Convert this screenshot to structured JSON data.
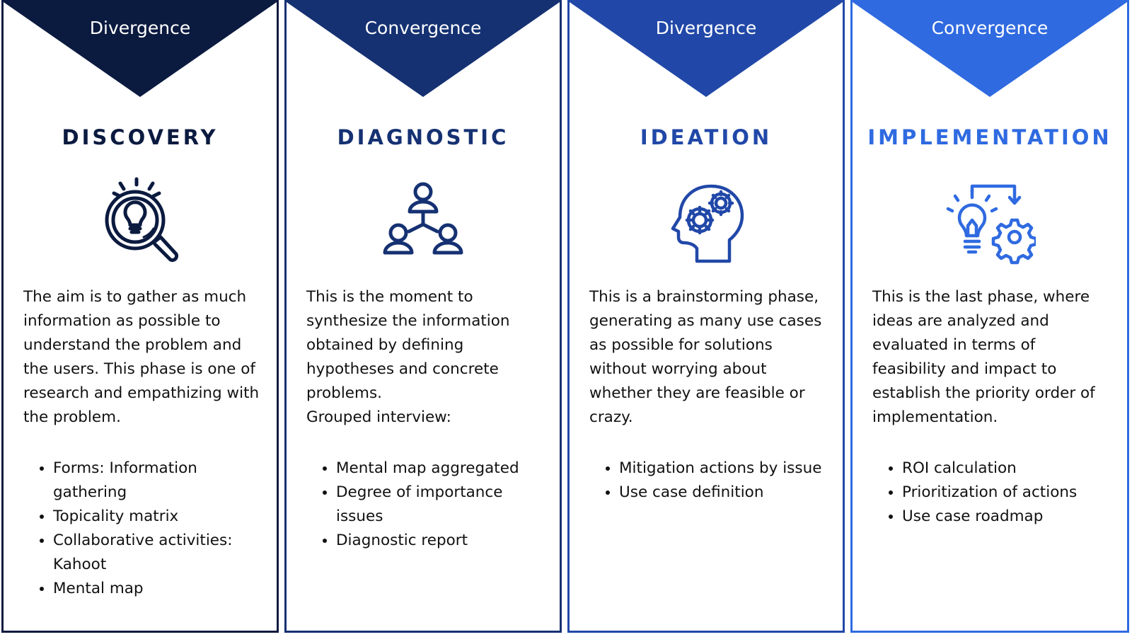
{
  "panels": [
    {
      "phase": "Divergence",
      "title": "DISCOVERY",
      "icon": "lightbulb-magnifier-icon",
      "color": "#0b1a3f",
      "description": [
        "The aim is to gather as much information as possible to understand the problem and the users. This phase is one of research and empathizing with the problem."
      ],
      "bullets": [
        "Forms: Information gathering",
        "Topicality matrix",
        "Collaborative activities: Kahoot",
        "Mental map"
      ]
    },
    {
      "phase": "Convergence",
      "title": "DIAGNOSTIC",
      "icon": "people-network-icon",
      "color": "#153172",
      "description": [
        "This is the moment to synthesize the information obtained by defining hypotheses and concrete problems.",
        "Grouped interview:"
      ],
      "bullets": [
        "Mental map aggregated",
        "Degree of importance issues",
        "Diagnostic report"
      ]
    },
    {
      "phase": "Divergence",
      "title": "IDEATION",
      "icon": "head-gears-icon",
      "color": "#2148a8",
      "description": [
        "This is a brainstorming phase, generating as many use cases as possible for solutions without worrying about whether they are feasible or crazy."
      ],
      "bullets": [
        "Mitigation actions by issue",
        "Use case definition"
      ]
    },
    {
      "phase": "Convergence",
      "title": "IMPLEMENTATION",
      "icon": "lightbulb-gear-icon",
      "color": "#2f6ae0",
      "description": [
        "This is the last phase, where ideas are analyzed and evaluated in terms of feasibility and impact to establish the priority order of implementation."
      ],
      "bullets": [
        "ROI calculation",
        "Prioritization of actions",
        "Use case roadmap"
      ]
    }
  ]
}
